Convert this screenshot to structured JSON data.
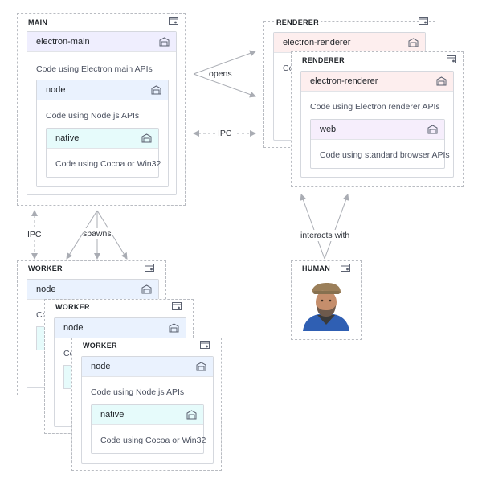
{
  "groups": {
    "main": "MAIN",
    "renderer_back": "RENDERER",
    "renderer_front": "RENDERER",
    "worker1": "WORKER",
    "worker2": "WORKER",
    "worker3": "WORKER",
    "human": "HUMAN"
  },
  "packages": {
    "electron_main": {
      "title": "electron-main",
      "desc": "Code using Electron main APIs"
    },
    "main_node": {
      "title": "node",
      "desc": "Code using Node.js APIs"
    },
    "main_native": {
      "title": "native",
      "desc": "Code using Cocoa or Win32"
    },
    "renderer_back": {
      "title": "electron-renderer",
      "desc": "Co"
    },
    "renderer_front": {
      "title": "electron-renderer",
      "desc": "Code using Electron renderer APIs"
    },
    "web": {
      "title": "web",
      "desc": "Code using standard browser APIs"
    },
    "worker1_node": {
      "title": "node",
      "desc": "Co"
    },
    "worker2_node": {
      "title": "node",
      "desc": "Co"
    },
    "worker3_node": {
      "title": "node",
      "desc": "Code using Node.js APIs"
    },
    "worker3_native": {
      "title": "native",
      "desc": "Code using Cocoa or Win32"
    }
  },
  "edges": {
    "opens": "opens",
    "ipc_main_renderer": "IPC",
    "ipc_main_worker": "IPC",
    "spawns": "spawns",
    "interacts": "interacts with"
  },
  "colors": {
    "main_header": "#efeefe",
    "node_header": "#eaf2fe",
    "native_header": "#e6fbfb",
    "renderer_header": "#fdeeee",
    "web_header": "#f6eefc",
    "arrow": "#a9acb3"
  },
  "icons": {
    "group": "container-icon",
    "package": "package-box-icon",
    "avatar": "human-avatar"
  }
}
